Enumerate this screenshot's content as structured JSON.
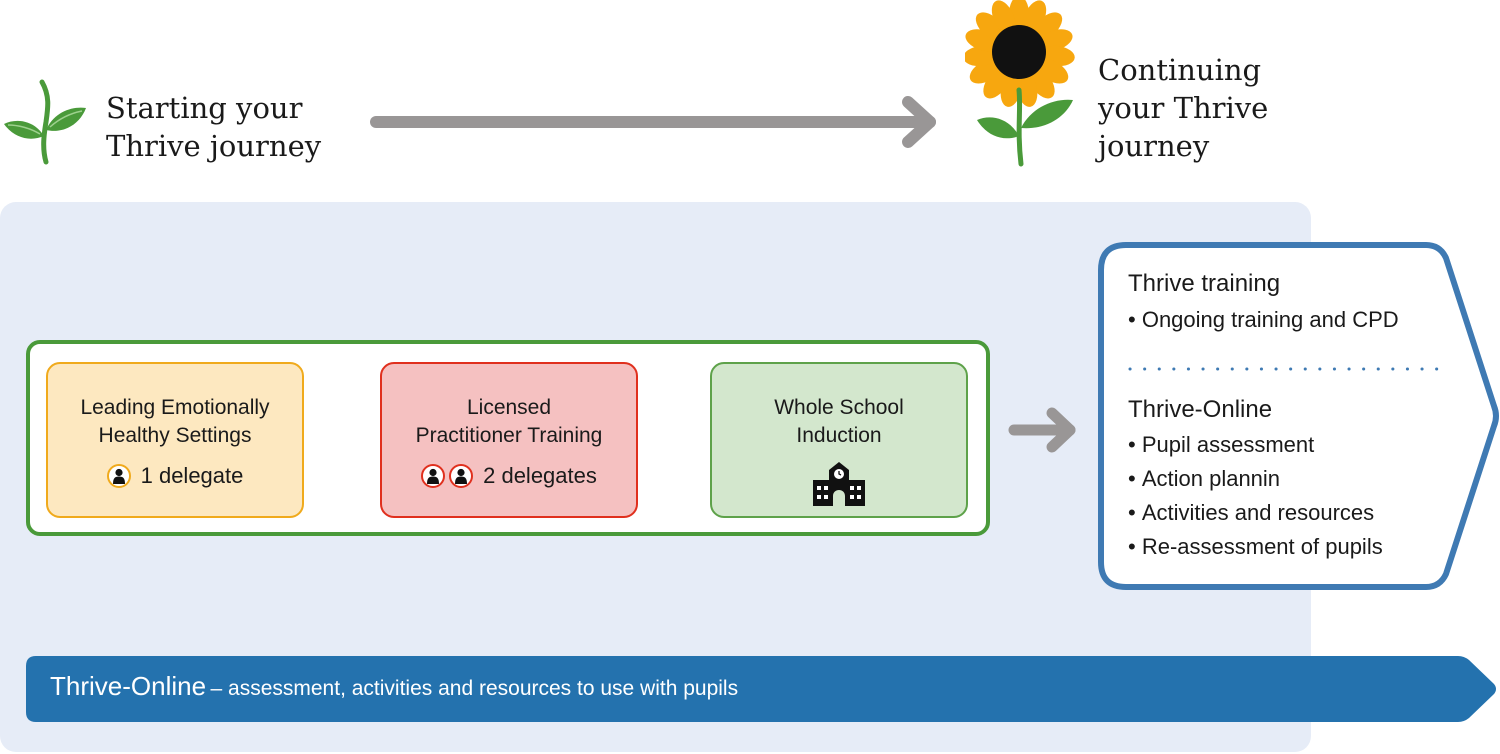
{
  "header": {
    "start_title_line1": "Starting your",
    "start_title_line2": "Thrive journey",
    "continue_title_line1": "Continuing",
    "continue_title_line2": "your Thrive",
    "continue_title_line3": "journey"
  },
  "programme": {
    "cards": [
      {
        "title_line1": "Leading Emotionally",
        "title_line2": "Healthy Settings",
        "delegates_label": "1 delegate",
        "delegate_count": 1,
        "color": "#f0aa1c"
      },
      {
        "title_line1": "Licensed",
        "title_line2": "Practitioner Training",
        "delegates_label": "2 delegates",
        "delegate_count": 2,
        "color": "#e0301e"
      },
      {
        "title_line1": "Whole School",
        "title_line2": "Induction",
        "icon": "school-icon",
        "color": "#5ea24a"
      }
    ]
  },
  "continuing": {
    "section1_title": "Thrive training",
    "section1_items": [
      "Ongoing training and CPD"
    ],
    "section2_title": "Thrive-Online",
    "section2_items": [
      "Pupil assessment",
      "Action plannin",
      "Activities and resources",
      "Re-assessment of pupils"
    ],
    "bullet": "•"
  },
  "banner": {
    "title": "Thrive-Online",
    "subtitle": "– assessment, activities and resources to use with pupils"
  },
  "colors": {
    "panel_bg": "#e6ecf7",
    "green_frame": "#4a9a3a",
    "blue_outline": "#3f7ab3",
    "banner_blue": "#2472ae",
    "arrow_grey": "#999696"
  }
}
